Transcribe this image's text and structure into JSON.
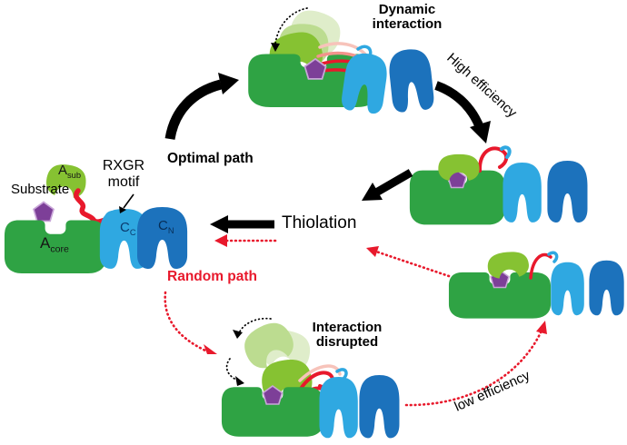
{
  "colors": {
    "core_green": "#2FA344",
    "sub_green": "#86C232",
    "sub_green_mid": "#BCDC90",
    "sub_green_pale": "#DFEDCA",
    "c_light_blue": "#2FA8E1",
    "c_dark_blue": "#1C72BC",
    "substrate_purple": "#7D3F98",
    "pentagon_outline": "#C9A6D8",
    "linker_red": "#E8192C",
    "linker_pink": "#F2948C",
    "linker_pale_pink": "#F7C3BA",
    "path_red": "#E8192C",
    "path_black": "#000000",
    "cc_label_color": "#0A3A6E",
    "cn_label_color": "#072E56"
  },
  "annotations": {
    "dynamic_interaction": {
      "line1": "Dynamic",
      "line2": "interaction"
    },
    "interaction_disrupted": {
      "line1": "Interaction",
      "line2": "disrupted"
    },
    "optimal_path": "Optimal path",
    "random_path": "Random path",
    "high_efficiency": "High efficiency",
    "low_efficiency": "low efficiency",
    "thiolation": "Thiolation"
  },
  "reference_complex": {
    "substrate_label": "Substrate",
    "rxgr_motif": {
      "line1": "RXGR",
      "line2": "motif"
    },
    "domains": {
      "a_sub": {
        "main": "A",
        "sub": "sub"
      },
      "a_core": {
        "main": "A",
        "sub": "core"
      },
      "c_c": {
        "main": "C",
        "sub": "C"
      },
      "c_n": {
        "main": "C",
        "sub": "N"
      }
    }
  }
}
